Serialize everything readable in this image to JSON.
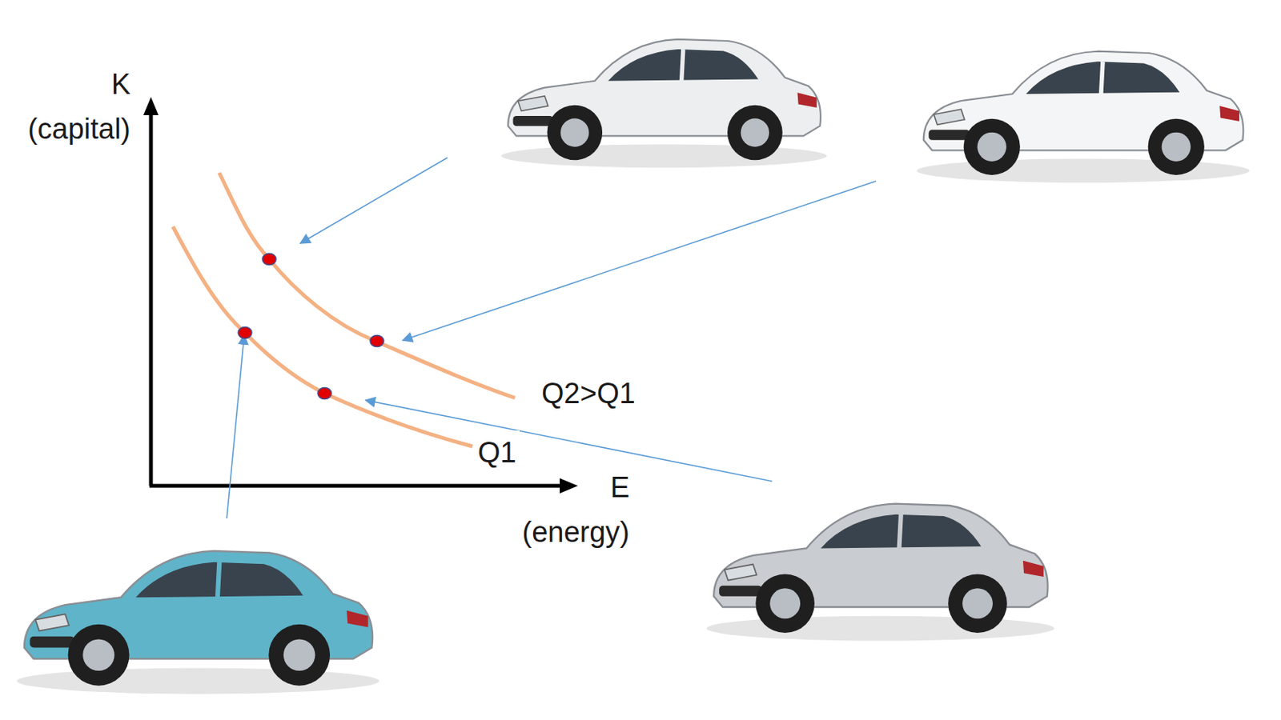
{
  "diagram": {
    "labels": [
      "K (capital)",
      "E (energy)",
      "Q2>Q1",
      "Q1"
    ]
  }
}
